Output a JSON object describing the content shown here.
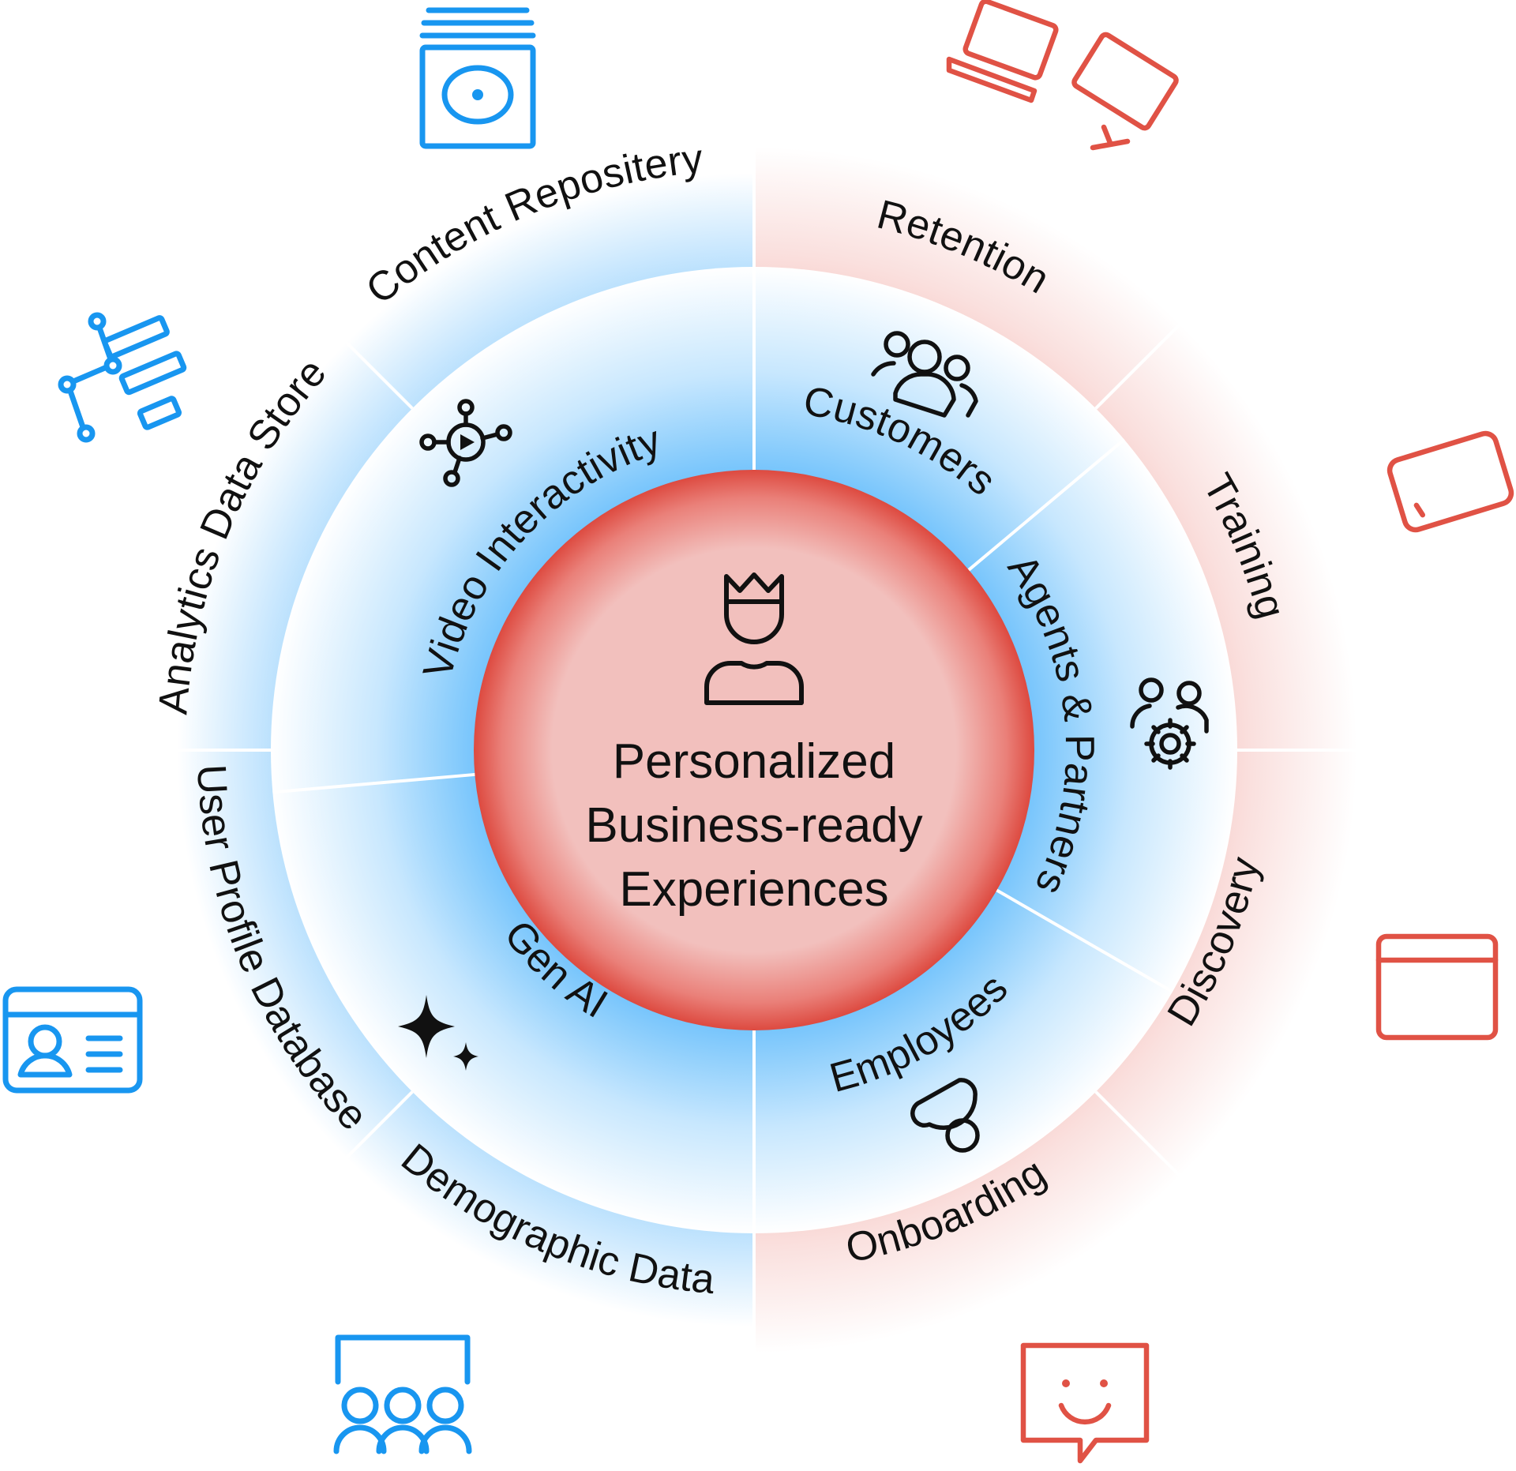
{
  "colors": {
    "blue_accent": "#1896f0",
    "blue_tint": "#7cc6fb",
    "red_accent": "#e05245",
    "red_core": "#f2c0bd",
    "red_tint": "#f6c6c2"
  },
  "center": {
    "icon": "crowned-user-icon",
    "lines": [
      "Personalized",
      "Business-ready",
      "Experiences"
    ]
  },
  "inner_ring": [
    {
      "label": "Video Interactivity",
      "icon": "video-network-icon"
    },
    {
      "label": "Customers",
      "icon": "user-group-icon"
    },
    {
      "label": "Agents & Partners",
      "icon": "users-gear-icon"
    },
    {
      "label": "Employees",
      "icon": "employee-shapes-icon"
    },
    {
      "label": "Gen AI",
      "icon": "sparkles-icon"
    }
  ],
  "outer_ring": {
    "data_sources": [
      {
        "label": "Content Repositery",
        "icon": "media-stack-icon"
      },
      {
        "label": "Analytics Data Store",
        "icon": "analytics-chart-icon"
      },
      {
        "label": "User Profile Database",
        "icon": "id-card-icon"
      },
      {
        "label": "Demographic Data",
        "icon": "audience-icon"
      }
    ],
    "lifecycle": [
      {
        "label": "Retention",
        "icon": "devices-icon"
      },
      {
        "label": "Training",
        "icon": "tablet-icon"
      },
      {
        "label": "Discovery",
        "icon": "browser-window-icon"
      },
      {
        "label": "Onboarding",
        "icon": "smiley-chat-icon"
      }
    ]
  }
}
